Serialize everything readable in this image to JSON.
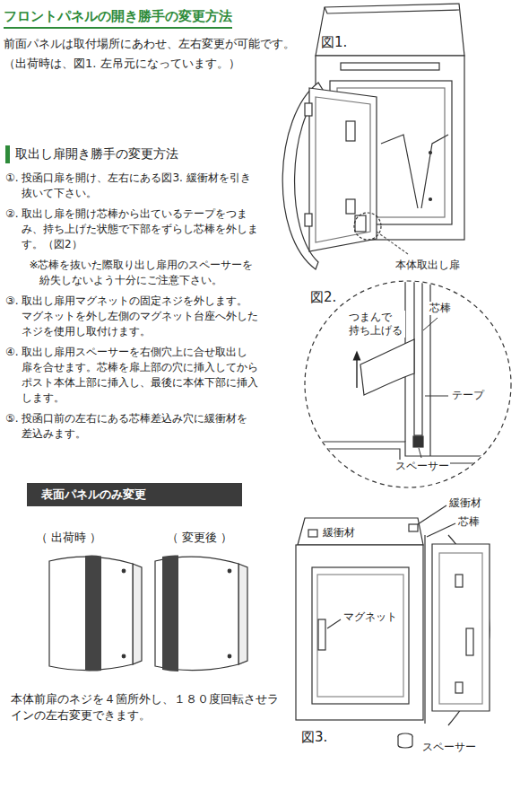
{
  "diagram": {
    "title": "フロントパネルの開き勝手の変更方法",
    "nodes": [
      {
        "text": [
          "表面パネルのみ変更"
        ]
      }
    ],
    "labels": [
      "前面パネルは取付場所にあわせ、左右変更が可能です。",
      "（出荷時は、図1. 左吊元になっています。）",
      "取出し扉開き勝手の変更方法",
      "①. 投函口扉を開け、左右にある図3. 緩衝材を引き抜いて下さい。",
      "②. 取出し扉を開け芯棒から出ているテープをつまみ、持ち上げた状態で下部をずらし芯棒を外します。（図2）",
      "※芯棒を抜いた際取り出し扉用のスペーサーを紛失しないよう十分にご注意下さい。",
      "③. 取出し扉用マグネットの固定ネジを外します。マグネットを外し左側のマグネット台座へ外したネジを使用し取付けます。",
      "④. 取出し扉用スペーサーを右側穴上に合せ取出し扉を合せます。芯棒を扉上部の穴に挿入してからポスト本体上部に挿入し、最後に本体下部に挿入します。",
      "⑤. 投函口前の左右にある芯棒差込み穴に緩衝材を差込みます。",
      "（ 出荷時 ）",
      "（ 変更後 ）",
      "本体前扉のネジを４箇所外し、１８０度回転させラインの左右変更できます。",
      "図1.",
      "本体取出し扉",
      "図2.",
      "つまんで 持ち上げる",
      "芯棒",
      "テープ",
      "スペーサー",
      "緩衝材",
      "芯棒",
      "緩衝材",
      "マグネット",
      "図3.",
      "スペーサー"
    ]
  }
}
